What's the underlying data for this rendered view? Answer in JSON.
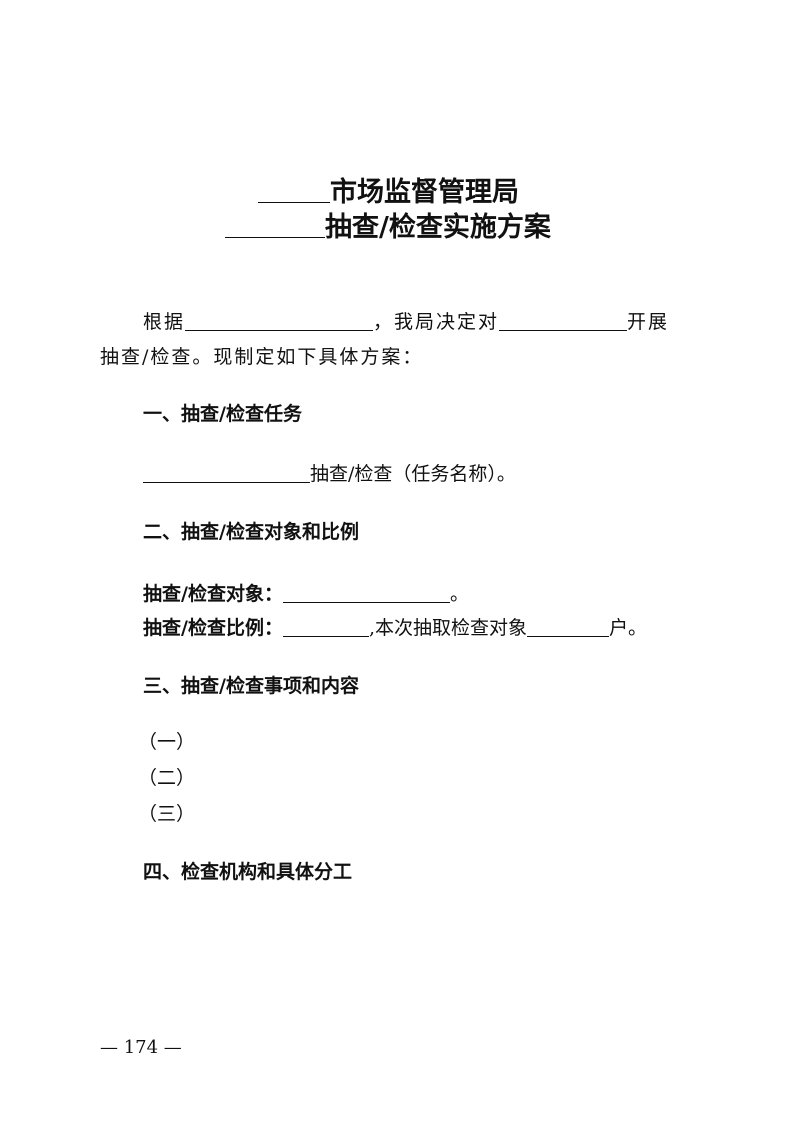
{
  "title": {
    "line1": "市场监督管理局",
    "line2": "抽查/检查实施方案"
  },
  "intro": {
    "p1a": "根据",
    "p1b": "，我局决定对",
    "p1c": "开展",
    "p2": "抽查/检查。现制定如下具体方案："
  },
  "sections": [
    {
      "heading": "一、抽查/检查任务",
      "text": "抽查/检查（任务名称）。"
    },
    {
      "heading": "二、抽查/检查对象和比例",
      "object_label": "抽查/检查对象：",
      "object_end": "。",
      "ratio_label": "抽查/检查比例：",
      "ratio_mid": ",本次抽取检查对象",
      "ratio_end": "户。"
    },
    {
      "heading": "三、抽查/检查事项和内容",
      "items": [
        "（一）",
        "（二）",
        "（三）"
      ]
    },
    {
      "heading": "四、检查机构和具体分工"
    }
  ],
  "page_number": "— 174 —"
}
